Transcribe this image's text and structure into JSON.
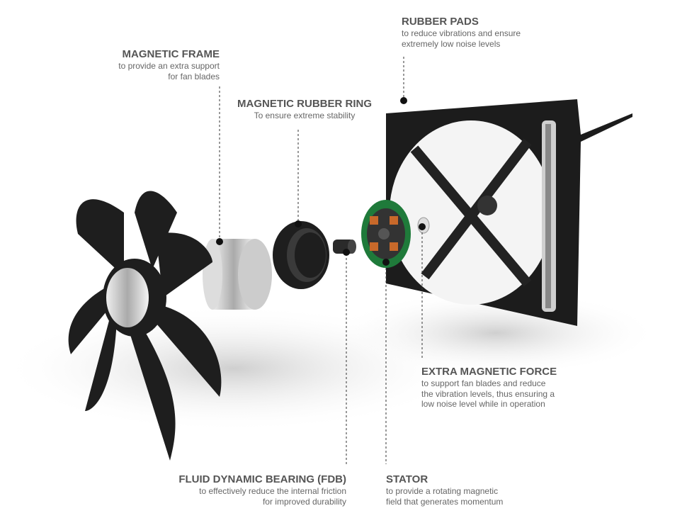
{
  "labels": {
    "rubber_pads": {
      "title": "RUBBER PADS",
      "lines": [
        "to reduce vibrations and ensure",
        "extremely low noise levels"
      ]
    },
    "magnetic_frame": {
      "title": "MAGNETIC FRAME",
      "lines": [
        "to provide an extra support",
        "for fan blades"
      ]
    },
    "magnetic_rubber_ring": {
      "title": "MAGNETIC RUBBER RING",
      "lines": [
        "To ensure extreme stability"
      ]
    },
    "extra_magnetic_force": {
      "title": "EXTRA MAGNETIC FORCE",
      "lines": [
        "to support fan blades and reduce",
        "the vibration levels, thus ensuring a",
        "low noise level while in operation"
      ]
    },
    "fdb": {
      "title": "FLUID DYNAMIC BEARING (FDB)",
      "lines": [
        "to effectively reduce the internal friction",
        "for improved durability"
      ]
    },
    "stator": {
      "title": "STATOR",
      "lines": [
        "to provide a rotating magnetic",
        "field that generates momentum"
      ]
    }
  },
  "colors": {
    "title": "#555555",
    "text": "#666666",
    "part": "#1e1e1e",
    "pcb": "#1f7a3a",
    "copper": "#c8692a"
  }
}
